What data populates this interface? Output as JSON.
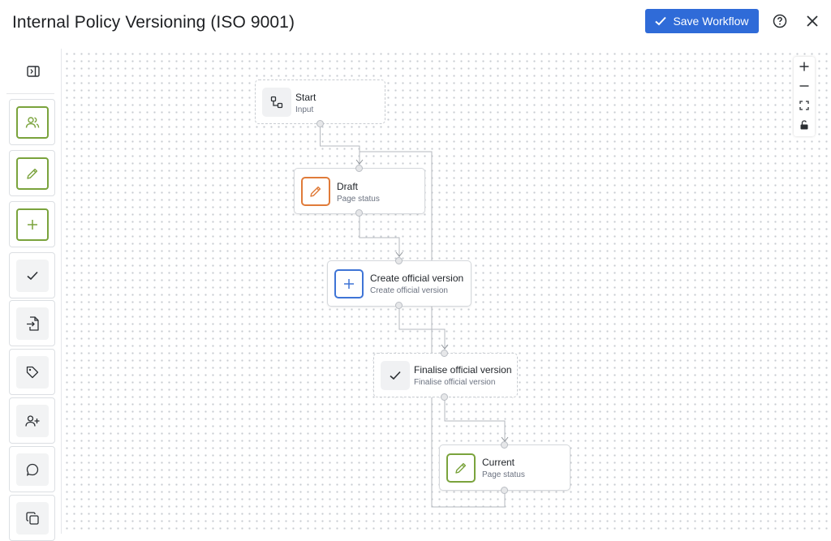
{
  "header": {
    "title": "Internal Policy Versioning (ISO 9001)",
    "save_label": "Save Workflow",
    "save_icon": "check-icon",
    "help_icon": "help-circle-icon",
    "close_icon": "close-icon"
  },
  "sidebar": {
    "collapse_icon": "sidebar-collapse-icon",
    "tools": [
      {
        "name": "users",
        "icon": "users-icon",
        "style": "green-outline"
      },
      {
        "name": "edit",
        "icon": "pencil-icon",
        "style": "green-outline"
      },
      {
        "name": "add",
        "icon": "plus-icon",
        "style": "green-outline"
      },
      {
        "name": "approve",
        "icon": "check-icon",
        "style": "gray"
      },
      {
        "name": "import",
        "icon": "file-import-icon",
        "style": "gray"
      },
      {
        "name": "tag",
        "icon": "tag-icon",
        "style": "gray"
      },
      {
        "name": "add-user",
        "icon": "user-plus-icon",
        "style": "gray"
      },
      {
        "name": "comment",
        "icon": "comment-icon",
        "style": "gray"
      },
      {
        "name": "copy",
        "icon": "copy-icon",
        "style": "gray"
      }
    ]
  },
  "nodes": [
    {
      "id": "start",
      "title": "Start",
      "subtitle": "Input",
      "icon": "flow-icon",
      "color": "#f0f1f3"
    },
    {
      "id": "draft",
      "title": "Draft",
      "subtitle": "Page status",
      "icon": "pencil-icon",
      "color": "#e07b39"
    },
    {
      "id": "create",
      "title": "Create official version",
      "subtitle": "Create official version",
      "icon": "plus-icon",
      "color": "#3e74d6"
    },
    {
      "id": "finalise",
      "title": "Finalise official version",
      "subtitle": "Finalise official version",
      "icon": "check-icon",
      "color": "#f0f1f3"
    },
    {
      "id": "current",
      "title": "Current",
      "subtitle": "Page status",
      "icon": "pencil-icon",
      "color": "#7aa33c"
    }
  ],
  "zoom_controls": {
    "zoom_in_icon": "plus-icon",
    "zoom_out_icon": "minus-icon",
    "fit_icon": "fit-view-icon",
    "lock_icon": "lock-icon"
  },
  "colors": {
    "primary": "#2f6bd8",
    "green": "#7aa33c",
    "orange": "#e07b39",
    "blue": "#3e74d6"
  }
}
